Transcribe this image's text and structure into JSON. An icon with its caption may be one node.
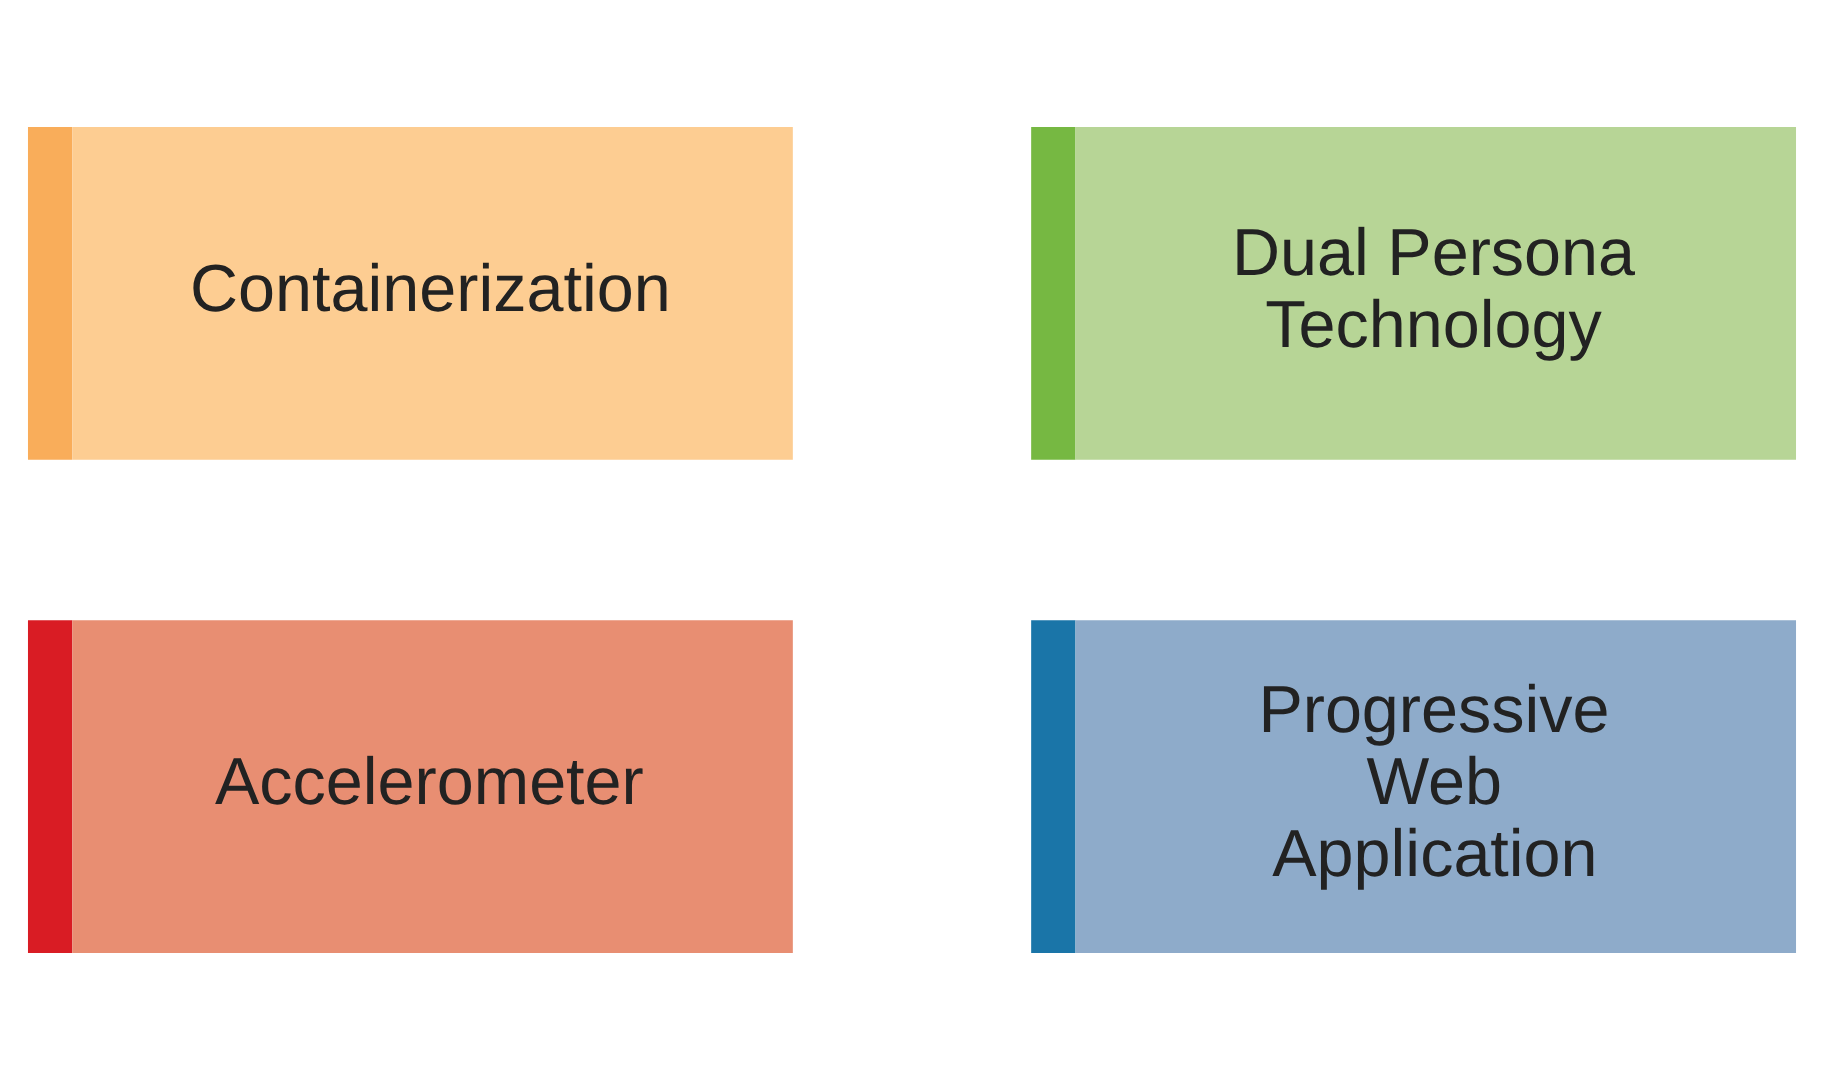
{
  "diagram": {
    "nodes": [
      {
        "text": [
          "Containerization"
        ]
      },
      {
        "text": [
          "Dual Persona Technology"
        ]
      },
      {
        "text": [
          "Accelerometer"
        ]
      },
      {
        "text": [
          "Progressive Web Application"
        ]
      }
    ]
  }
}
